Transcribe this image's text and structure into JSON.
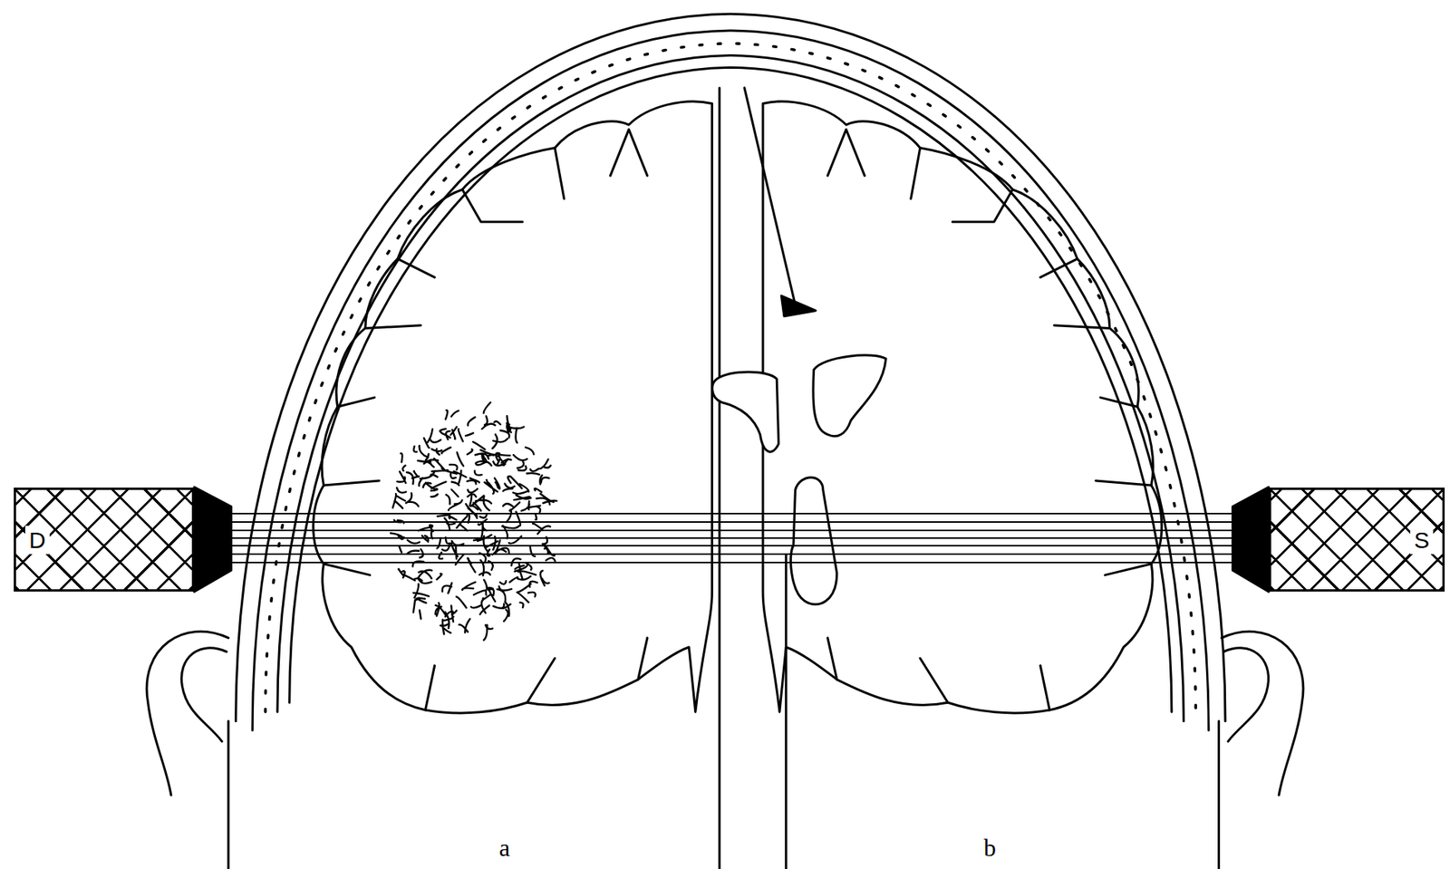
{
  "diagram": {
    "nodes": [
      {
        "text": [
          "D"
        ]
      },
      {
        "text": [
          "S"
        ]
      }
    ],
    "edges": [
      {
        "from": 0,
        "to": 1,
        "arrow": "none"
      }
    ],
    "labels": [
      "a",
      "b"
    ]
  }
}
